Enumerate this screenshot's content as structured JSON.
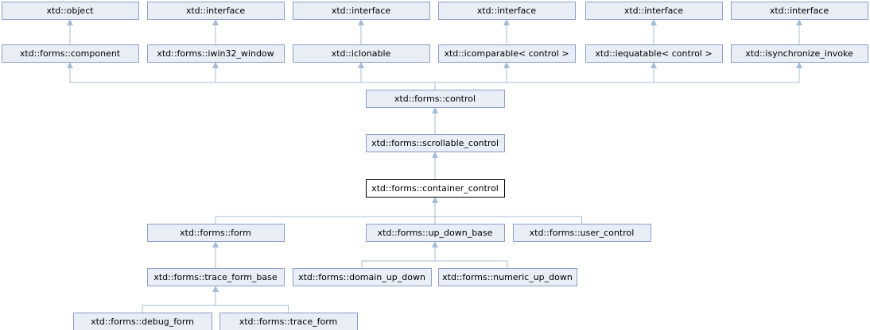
{
  "diagram": {
    "type": "class-inheritance-graph",
    "nodes": [
      {
        "id": "n1",
        "label": "xtd::object"
      },
      {
        "id": "n2",
        "label": "xtd::interface"
      },
      {
        "id": "n3",
        "label": "xtd::interface"
      },
      {
        "id": "n4",
        "label": "xtd::interface"
      },
      {
        "id": "n5",
        "label": "xtd::interface"
      },
      {
        "id": "n6",
        "label": "xtd::interface"
      },
      {
        "id": "n7",
        "label": "xtd::forms::component"
      },
      {
        "id": "n8",
        "label": "xtd::forms::iwin32_window"
      },
      {
        "id": "n9",
        "label": "xtd::iclonable"
      },
      {
        "id": "n10",
        "label": "xtd::icomparable< control >"
      },
      {
        "id": "n11",
        "label": "xtd::iequatable< control >"
      },
      {
        "id": "n12",
        "label": "xtd::isynchronize_invoke"
      },
      {
        "id": "n13",
        "label": "xtd::forms::control"
      },
      {
        "id": "n14",
        "label": "xtd::forms::scrollable_control"
      },
      {
        "id": "n15",
        "label": "xtd::forms::container_control",
        "current": true
      },
      {
        "id": "n16",
        "label": "xtd::forms::form"
      },
      {
        "id": "n17",
        "label": "xtd::forms::up_down_base"
      },
      {
        "id": "n18",
        "label": "xtd::forms::user_control"
      },
      {
        "id": "n19",
        "label": "xtd::forms::trace_form_base"
      },
      {
        "id": "n20",
        "label": "xtd::forms::domain_up_down"
      },
      {
        "id": "n21",
        "label": "xtd::forms::numeric_up_down"
      },
      {
        "id": "n22",
        "label": "xtd::forms::debug_form"
      },
      {
        "id": "n23",
        "label": "xtd::forms::trace_form"
      }
    ],
    "edges": [
      {
        "from": "n7",
        "to": "n1"
      },
      {
        "from": "n8",
        "to": "n2"
      },
      {
        "from": "n9",
        "to": "n3"
      },
      {
        "from": "n10",
        "to": "n4"
      },
      {
        "from": "n11",
        "to": "n5"
      },
      {
        "from": "n12",
        "to": "n6"
      },
      {
        "from": "n13",
        "to": "n7"
      },
      {
        "from": "n13",
        "to": "n8"
      },
      {
        "from": "n13",
        "to": "n9"
      },
      {
        "from": "n13",
        "to": "n10"
      },
      {
        "from": "n13",
        "to": "n11"
      },
      {
        "from": "n13",
        "to": "n12"
      },
      {
        "from": "n14",
        "to": "n13"
      },
      {
        "from": "n15",
        "to": "n14"
      },
      {
        "from": "n16",
        "to": "n15"
      },
      {
        "from": "n17",
        "to": "n15"
      },
      {
        "from": "n18",
        "to": "n15"
      },
      {
        "from": "n19",
        "to": "n16"
      },
      {
        "from": "n20",
        "to": "n17"
      },
      {
        "from": "n21",
        "to": "n17"
      },
      {
        "from": "n22",
        "to": "n19"
      },
      {
        "from": "n23",
        "to": "n19"
      }
    ]
  }
}
